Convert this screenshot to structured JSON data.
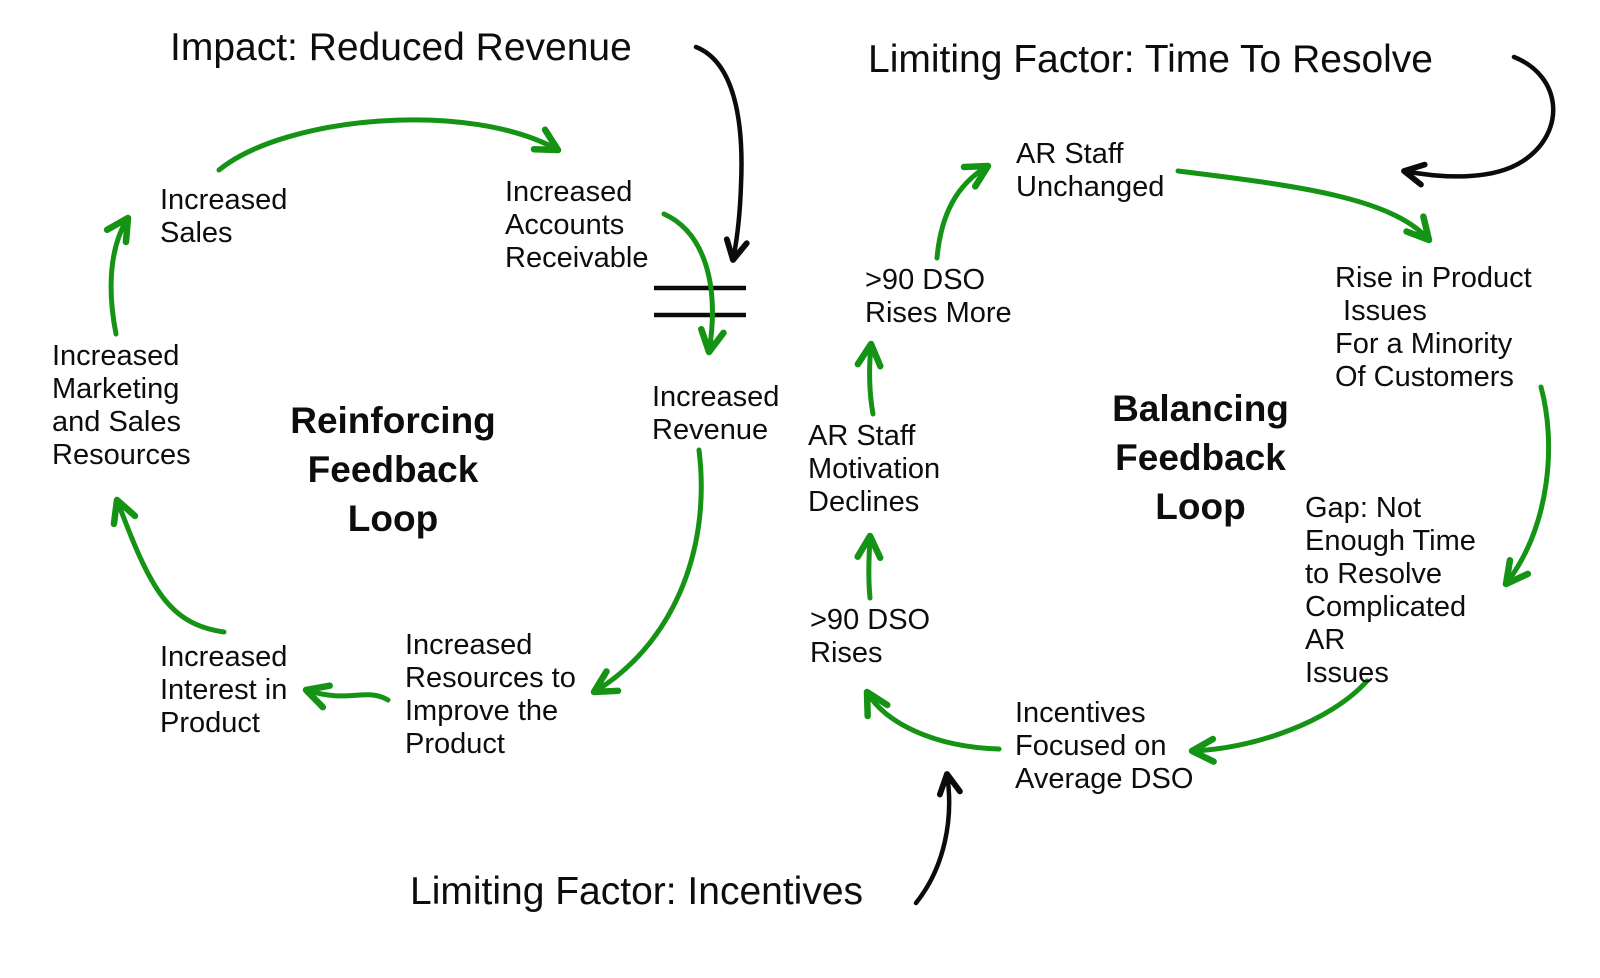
{
  "colors": {
    "green": "#149314",
    "black": "#0b0b0b",
    "background": "#ffffff"
  },
  "titles": {
    "impact": "Impact: Reduced Revenue",
    "limiting_factor_time": "Limiting Factor: Time To Resolve",
    "limiting_factor_incentives": "Limiting Factor: Incentives"
  },
  "loops": {
    "reinforcing": {
      "lines": [
        "Reinforcing",
        "Feedback",
        "Loop"
      ]
    },
    "balancing": {
      "lines": [
        "Balancing",
        "Feedback",
        "Loop"
      ]
    }
  },
  "nodes": {
    "increased_sales": {
      "lines": [
        "Increased",
        "Sales"
      ]
    },
    "increased_accounts_receivable": {
      "lines": [
        "Increased",
        "Accounts",
        "Receivable"
      ]
    },
    "increased_marketing": {
      "lines": [
        "Increased",
        "Marketing",
        "and Sales",
        "Resources"
      ]
    },
    "increased_revenue": {
      "lines": [
        "Increased",
        "Revenue"
      ]
    },
    "increased_interest": {
      "lines": [
        "Increased",
        "Interest in",
        "Product"
      ]
    },
    "increased_resources": {
      "lines": [
        "Increased",
        "Resources to",
        "Improve the",
        "Product"
      ]
    },
    "ar_staff_unchanged": {
      "lines": [
        "AR Staff",
        "Unchanged"
      ]
    },
    "rise_in_product_issues": {
      "lines": [
        "Rise in Product",
        " Issues",
        "For a Minority",
        "Of Customers"
      ]
    },
    "gap_not_enough_time": {
      "lines": [
        "Gap: Not",
        "Enough Time",
        "to Resolve",
        "Complicated",
        "AR",
        "Issues"
      ]
    },
    "incentives_focused": {
      "lines": [
        "Incentives",
        "Focused on",
        "Average DSO"
      ]
    },
    "dso_rises": {
      "lines": [
        ">90 DSO",
        "Rises"
      ]
    },
    "ar_staff_motivation": {
      "lines": [
        "AR Staff",
        "Motivation",
        "Declines"
      ]
    },
    "dso_rises_more": {
      "lines": [
        ">90 DSO",
        "Rises More"
      ]
    }
  }
}
